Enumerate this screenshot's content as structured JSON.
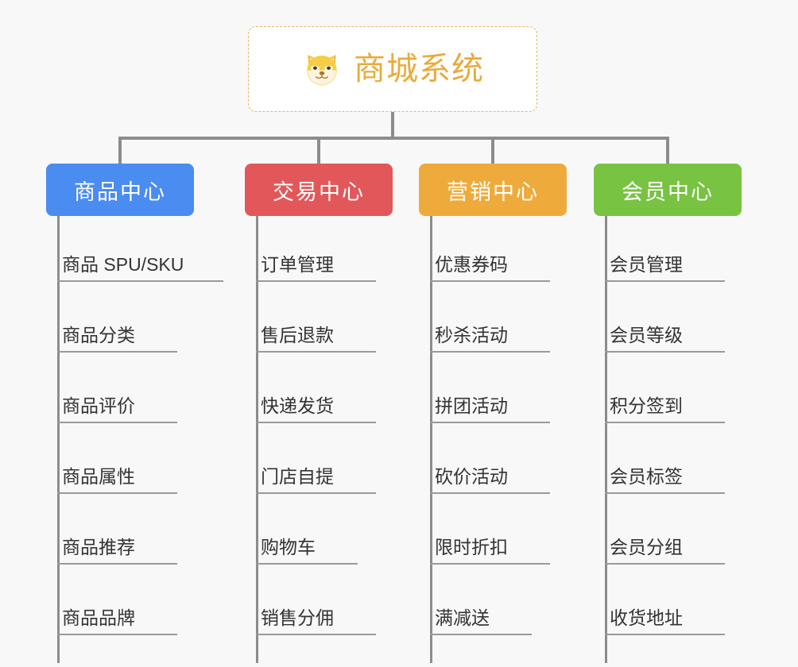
{
  "root": {
    "title": "商城系统",
    "icon": "shiba-dog-icon",
    "border_color": "#e9b45a",
    "text_color": "#e9ab3c",
    "background": "#ffffff"
  },
  "canvas": {
    "background": "#f8f8f8",
    "connector_color": "#8c8c8c"
  },
  "branches": [
    {
      "label": "商品中心",
      "color": "#4a8cf0",
      "items": [
        "商品 SPU/SKU",
        "商品分类",
        "商品评价",
        "商品属性",
        "商品推荐",
        "商品品牌"
      ]
    },
    {
      "label": "交易中心",
      "color": "#e2585a",
      "items": [
        "订单管理",
        "售后退款",
        "快递发货",
        "门店自提",
        "购物车",
        "销售分佣"
      ]
    },
    {
      "label": "营销中心",
      "color": "#eeab3c",
      "items": [
        "优惠券码",
        "秒杀活动",
        "拼团活动",
        "砍价活动",
        "限时折扣",
        "满减送"
      ]
    },
    {
      "label": "会员中心",
      "color": "#78c342",
      "items": [
        "会员管理",
        "会员等级",
        "积分签到",
        "会员标签",
        "会员分组",
        "收货地址"
      ]
    }
  ]
}
